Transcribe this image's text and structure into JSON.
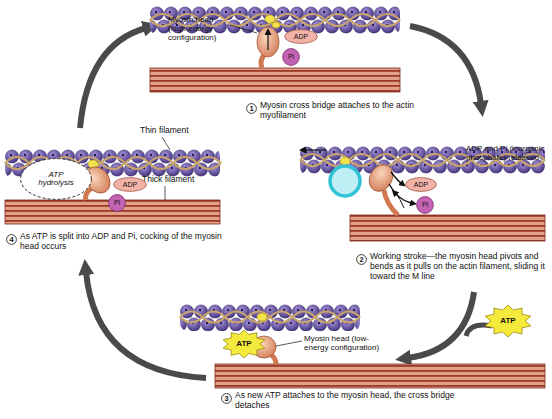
{
  "diagram": {
    "nodes": [
      {
        "text": [
          "ADP"
        ]
      },
      {
        "text": [
          "Pi"
        ]
      },
      {
        "text": [
          "1"
        ]
      },
      {
        "text": [
          "ATP hydrolysis"
        ]
      },
      {
        "text": [
          "ADP"
        ]
      },
      {
        "text": [
          "Pi"
        ]
      },
      {
        "text": [
          "4"
        ]
      },
      {
        "text": [
          "ADP"
        ]
      },
      {
        "text": [
          "Pi"
        ]
      },
      {
        "text": [
          "2"
        ]
      },
      {
        "text": [
          "ATP"
        ]
      },
      {
        "text": [
          "ATP"
        ]
      },
      {
        "text": [
          "3"
        ]
      }
    ],
    "labels": [
      "Myosin head (high-energy configuration)",
      "Myosin cross bridge attaches to the actin myofilament",
      "Thin filament",
      "Thick filament",
      "As ATP is split into ADP and Pi, cocking of the myosin head occurs",
      "ADP and Pi (inorganic phosphate) released",
      "Working stroke—the myosin head pivots and bends as it pulls on the actin filament, sliding it toward the M line",
      "Myosin head (low-energy configuration)",
      "As new ATP attaches to the myosin head, the cross bridge detaches"
    ]
  }
}
